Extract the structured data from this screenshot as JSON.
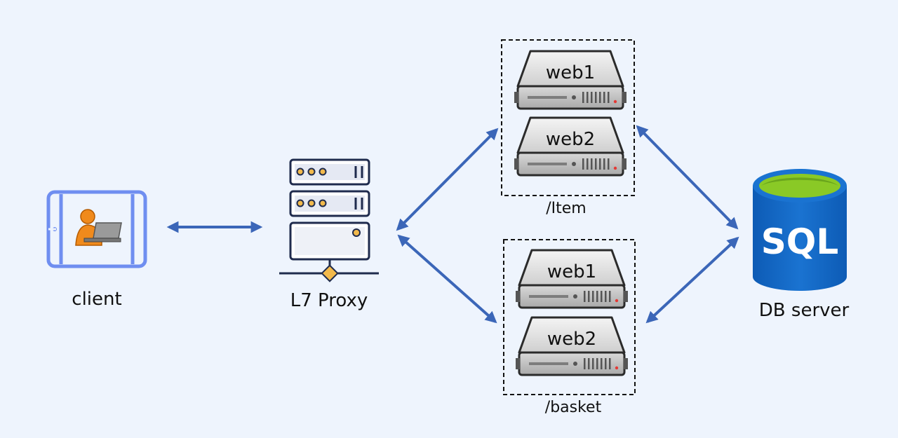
{
  "nodes": {
    "client": {
      "label": "client",
      "icon": "tablet-user-laptop-icon"
    },
    "proxy": {
      "label": "L7 Proxy",
      "icon": "server-rack-icon"
    },
    "db": {
      "label": "DB server",
      "icon_text": "SQL",
      "icon": "sql-database-icon"
    }
  },
  "groups": {
    "item": {
      "path": "/Item",
      "servers": [
        {
          "label": "web1"
        },
        {
          "label": "web2"
        }
      ]
    },
    "basket": {
      "path": "/basket",
      "servers": [
        {
          "label": "web1"
        },
        {
          "label": "web2"
        }
      ]
    }
  },
  "colors": {
    "arrow": "#3b66b8",
    "background": "#eef4fd",
    "tablet": "#6f8ef0",
    "rack_outline": "#1f2b4d",
    "rack_light": "#f2b94b",
    "db_blue": "#1565c0",
    "db_top": "#8ac926"
  }
}
